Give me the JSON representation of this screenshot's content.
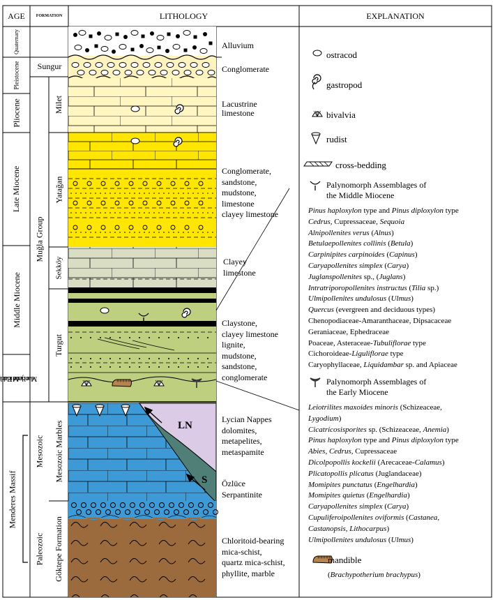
{
  "headers": {
    "age": "AGE",
    "formation": "FORMATION",
    "lithology": "LITHOLOGY",
    "explanation": "EXPLANATION"
  },
  "ages": {
    "quaternary": "Quaternary",
    "pleistocene": "Pleistocene",
    "pliocene": "Pliocene",
    "late_miocene": "Late Miocene",
    "middle_miocene": "Middle Miocene",
    "late_early_miocene": [
      "late Early -",
      "early Middle",
      "Miocene"
    ],
    "menderes": "Menderes Massif",
    "mesozoic": "Mesozoic",
    "paleozoic": "Paleozoic"
  },
  "formations": {
    "sungur": "Sungur",
    "milet": "Milet",
    "yatagan": "Yatağan",
    "sekkoy": "Sekköy",
    "turgut": "Turgut",
    "mugla": "Muğla Group",
    "mesozoic_marbles": "Mesozoic Marbles",
    "goktepe": "Göktepe Formation"
  },
  "lithology_labels": {
    "alluvium": "Alluvium",
    "conglomerate": "Conglomerate",
    "lacustrine": [
      "Lacustrine",
      "limestone"
    ],
    "yatagan": [
      "Conglomerate,",
      "sandstone,",
      "mudstone,",
      "limestone",
      "clayey limestone"
    ],
    "sekkoy": [
      "Clayey",
      "limestone"
    ],
    "turgut": [
      "Claystone,",
      "clayey limestone",
      "lignite,",
      "mudstone,",
      "sandstone,",
      "conglomerate"
    ],
    "lycian": [
      "Lycian Nappes",
      "dolomites,",
      "metapelites,",
      "metaspamite"
    ],
    "ozluce": [
      "Özlüce",
      "Serpantinite"
    ],
    "goktepe": [
      "Chloritoid-bearing",
      "mica-schist,",
      "quartz mica-schist,",
      "phyllite, marble"
    ],
    "ln": "LN",
    "s": "S"
  },
  "legend": {
    "ostracod": "ostracod",
    "gastropod": "gastropod",
    "bivalvia": "bivalvia",
    "rudist": "rudist",
    "cross_bedding": "cross-bedding",
    "mid_title": [
      "Palynomorph Assemblages of",
      "the Middle Miocene"
    ],
    "early_title": [
      "Palynomorph Assemblages of",
      "the Early Miocene"
    ],
    "mandible": "mandible",
    "mandible_species": "Brachypotherium brachypus"
  },
  "middle_miocene_list": [
    [
      {
        "t": "Pinus haploxylon",
        "i": true
      },
      {
        "t": " type and "
      },
      {
        "t": "Pinus diploxylon",
        "i": true
      },
      {
        "t": " type"
      }
    ],
    [
      {
        "t": "Cedrus,",
        "i": true
      },
      {
        "t": " Cupressaceae, "
      },
      {
        "t": "Sequoia",
        "i": true
      }
    ],
    [
      {
        "t": "Alnipollenites verus",
        "i": true
      },
      {
        "t": " ("
      },
      {
        "t": "Alnus",
        "i": true
      },
      {
        "t": ")"
      }
    ],
    [
      {
        "t": "Betulaepollenites collinis",
        "i": true
      },
      {
        "t": " ("
      },
      {
        "t": "Betula",
        "i": true
      },
      {
        "t": ")"
      }
    ],
    [
      {
        "t": "Carpinipites carpinoides",
        "i": true
      },
      {
        "t": " ("
      },
      {
        "t": "Capinus",
        "i": true
      },
      {
        "t": ")"
      }
    ],
    [
      {
        "t": "Caryapollenites simplex",
        "i": true
      },
      {
        "t": " ("
      },
      {
        "t": "Carya",
        "i": true
      },
      {
        "t": ")"
      }
    ],
    [
      {
        "t": "Juglanspollenites",
        "i": true
      },
      {
        "t": " sp., ("
      },
      {
        "t": "Juglans",
        "i": true
      },
      {
        "t": ")"
      }
    ],
    [
      {
        "t": "Intratriporopollenites instructus",
        "i": true
      },
      {
        "t": " ("
      },
      {
        "t": "Tilia",
        "i": true
      },
      {
        "t": " sp.)"
      }
    ],
    [
      {
        "t": "Ulmipollenites undulosus",
        "i": true
      },
      {
        "t": " ("
      },
      {
        "t": "Ulmus",
        "i": true
      },
      {
        "t": ")"
      }
    ],
    [
      {
        "t": "Quercus",
        "i": true
      },
      {
        "t": " (evergreen and deciduous types)"
      }
    ],
    [
      {
        "t": "Chenopodiaceae-Amaranthaceae, Dipsacaceae"
      }
    ],
    [
      {
        "t": "Geraniaceae, Ephedraceae"
      }
    ],
    [
      {
        "t": "Poaceae, Asteraceae-"
      },
      {
        "t": "Tubuliflorae",
        "i": true
      },
      {
        "t": " type"
      }
    ],
    [
      {
        "t": "Cichoroideae-"
      },
      {
        "t": "Liguliflorae",
        "i": true
      },
      {
        "t": " type"
      }
    ],
    [
      {
        "t": "Caryophyllaceae,  "
      },
      {
        "t": "Liquidambar",
        "i": true
      },
      {
        "t": " sp. and Apiaceae"
      }
    ]
  ],
  "early_miocene_list": [
    [
      {
        "t": "Leiotrilites maxoides minoris",
        "i": true
      },
      {
        "t": " (Schizeaceae,"
      }
    ],
    [
      {
        "t": "Lygodium",
        "i": true
      },
      {
        "t": ")"
      }
    ],
    [
      {
        "t": "Cicatricosisporites",
        "i": true
      },
      {
        "t": " sp. (Schizeaceae, "
      },
      {
        "t": "Anemia",
        "i": true
      },
      {
        "t": ")"
      }
    ],
    [
      {
        "t": "Pinus haploxylon",
        "i": true
      },
      {
        "t": " type and "
      },
      {
        "t": "Pinus diploxylon",
        "i": true
      },
      {
        "t": " type"
      }
    ],
    [
      {
        "t": "Abies, Cedrus,",
        "i": true
      },
      {
        "t": " Cupressaceae"
      }
    ],
    [
      {
        "t": "Dicolpopollis kockelii",
        "i": true
      },
      {
        "t": " (Arecaceae-"
      },
      {
        "t": "Calamus",
        "i": true
      },
      {
        "t": ")"
      }
    ],
    [
      {
        "t": "Plicatopollis plicatus",
        "i": true
      },
      {
        "t": " (Juglandaceae)"
      }
    ],
    [
      {
        "t": "Momipites punctatus",
        "i": true
      },
      {
        "t": " ("
      },
      {
        "t": "Engelhardia",
        "i": true
      },
      {
        "t": ")"
      }
    ],
    [
      {
        "t": "Momipites quietus",
        "i": true
      },
      {
        "t": " ("
      },
      {
        "t": "Engelhardia",
        "i": true
      },
      {
        "t": ")"
      }
    ],
    [
      {
        "t": "Caryapollenites simplex",
        "i": true
      },
      {
        "t": " ("
      },
      {
        "t": "Carya",
        "i": true
      },
      {
        "t": ")"
      }
    ],
    [
      {
        "t": "Cupuliferoipollenites oviformis",
        "i": true
      },
      {
        "t": " ("
      },
      {
        "t": "Castanea,",
        "i": true
      }
    ],
    [
      {
        "t": "Castanopsis, Lithocarpus",
        "i": true
      },
      {
        "t": ")"
      }
    ],
    [
      {
        "t": " "
      },
      {
        "t": "Ulmipollenites undulosus",
        "i": true
      },
      {
        "t": " ("
      },
      {
        "t": "Ulmus",
        "i": true
      },
      {
        "t": ")"
      }
    ]
  ],
  "colors": {
    "alluvium": "#ffffff",
    "sungur": "#fff3bf",
    "milet": "#fff6c2",
    "yatagan": "#ffe600",
    "sekkoy": "#d9ddc3",
    "turgut": "#bfcf80",
    "lignite": "#000000",
    "marble": "#3d9ad6",
    "lycian": "#dccbe6",
    "serpentinite": "#4f7f77",
    "schist": "#9b6b3e",
    "mandible": "#b58450"
  }
}
